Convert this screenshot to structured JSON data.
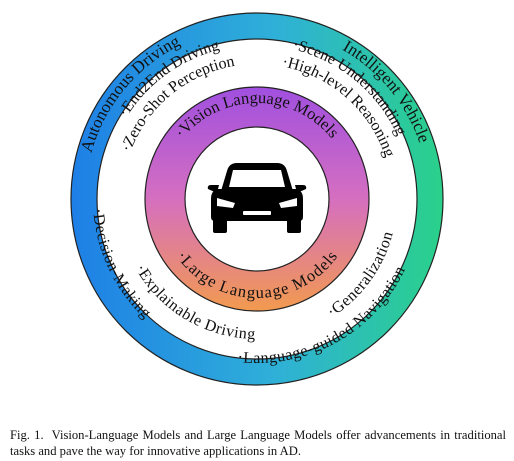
{
  "figure": {
    "outer_ring": {
      "left_label": "Autonomous Driving",
      "right_label": "Intelligent Vehicle",
      "gradient": [
        "#1e7fe6",
        "#2fb0d8",
        "#2ad18a"
      ]
    },
    "white_ring_items": [
      "·End2End Driving",
      "·Scene Understanding",
      "·Zero-Shot Perception",
      "·High-level Reasoning",
      "·Decision-Making",
      "·Explainable Driving",
      "·Generalization",
      "·Language-guided Navigation"
    ],
    "inner_ring": {
      "top_label": "·Vision Language Models",
      "bottom_label": "·Large Language Models",
      "gradient": [
        "#a04fe0",
        "#d56fc0",
        "#f29a4f"
      ]
    },
    "center_icon": "car-front-icon"
  },
  "caption": {
    "number": "Fig. 1.",
    "text": "Vision-Language Models and Large Language Models offer advancements in traditional tasks and pave the way for innovative applications in AD."
  }
}
